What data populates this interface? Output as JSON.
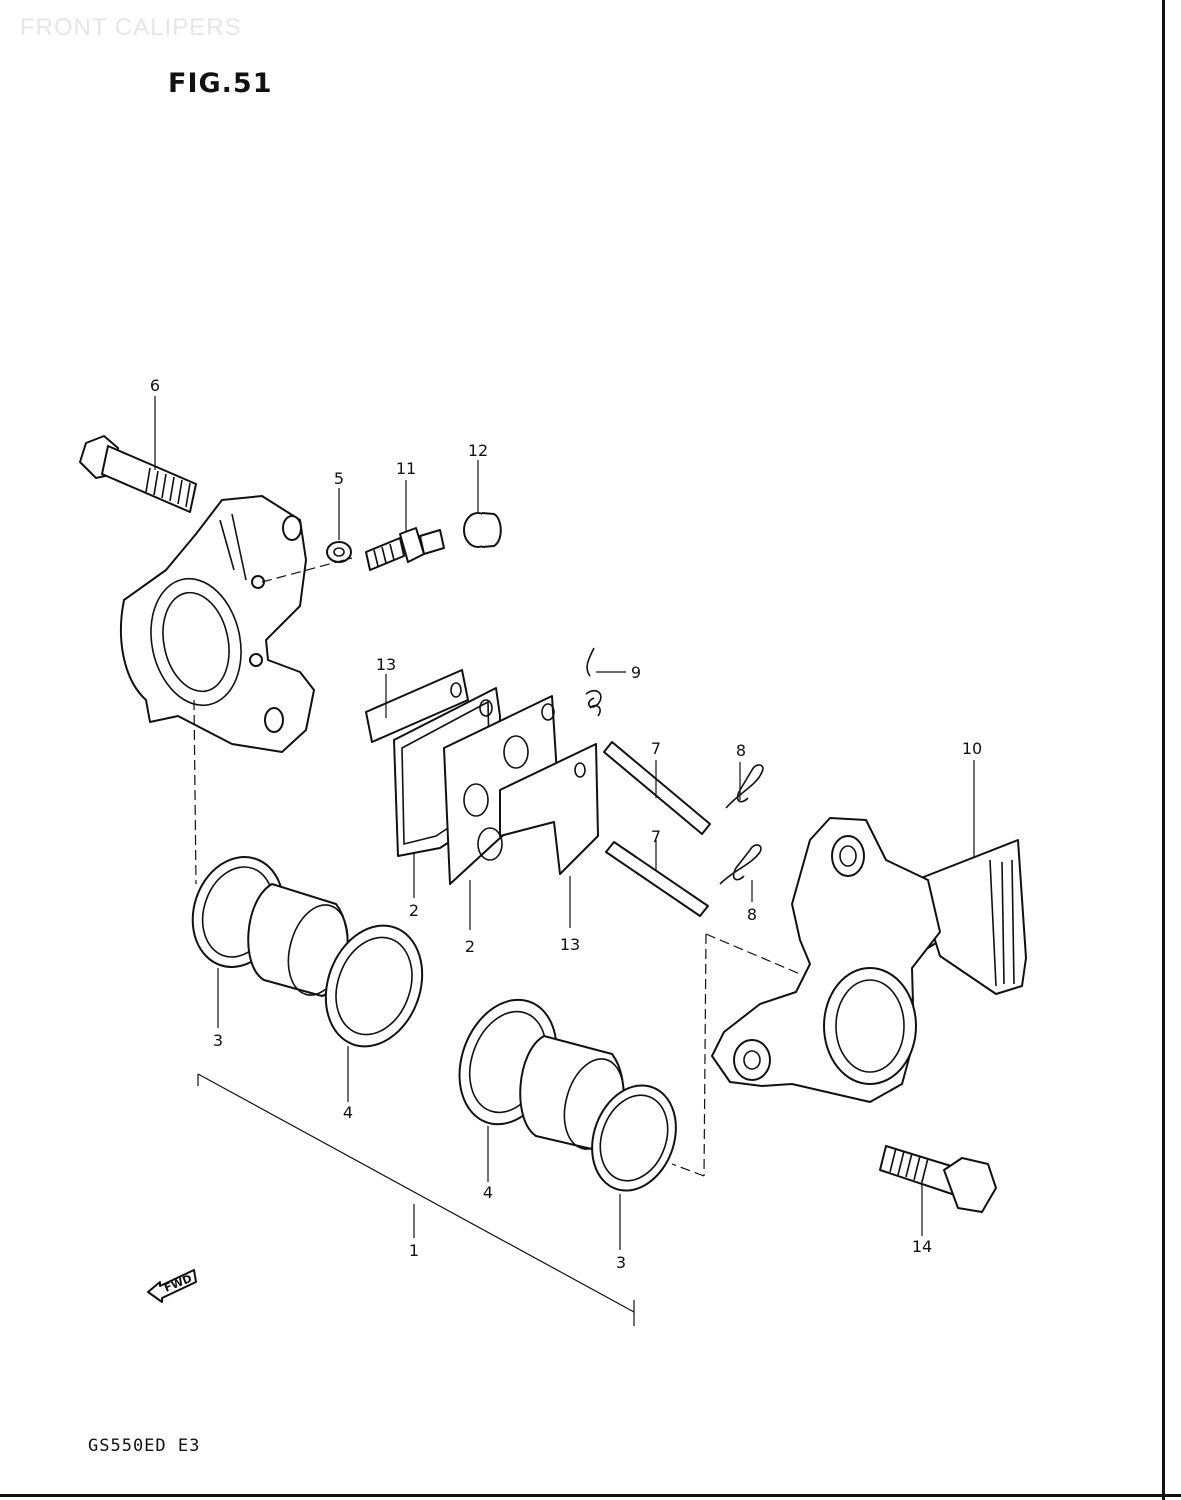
{
  "header": {
    "section_title": "FRONT CALIPERS",
    "figure_label": "FIG.51"
  },
  "footer": {
    "model_code": "GS550ED E3"
  },
  "fwd_arrow": {
    "label": "FWD"
  },
  "callouts": [
    "6",
    "5",
    "11",
    "12",
    "13",
    "9",
    "7",
    "8",
    "10",
    "2",
    "2",
    "13",
    "7",
    "8",
    "3",
    "4",
    "4",
    "3",
    "1",
    "14"
  ]
}
